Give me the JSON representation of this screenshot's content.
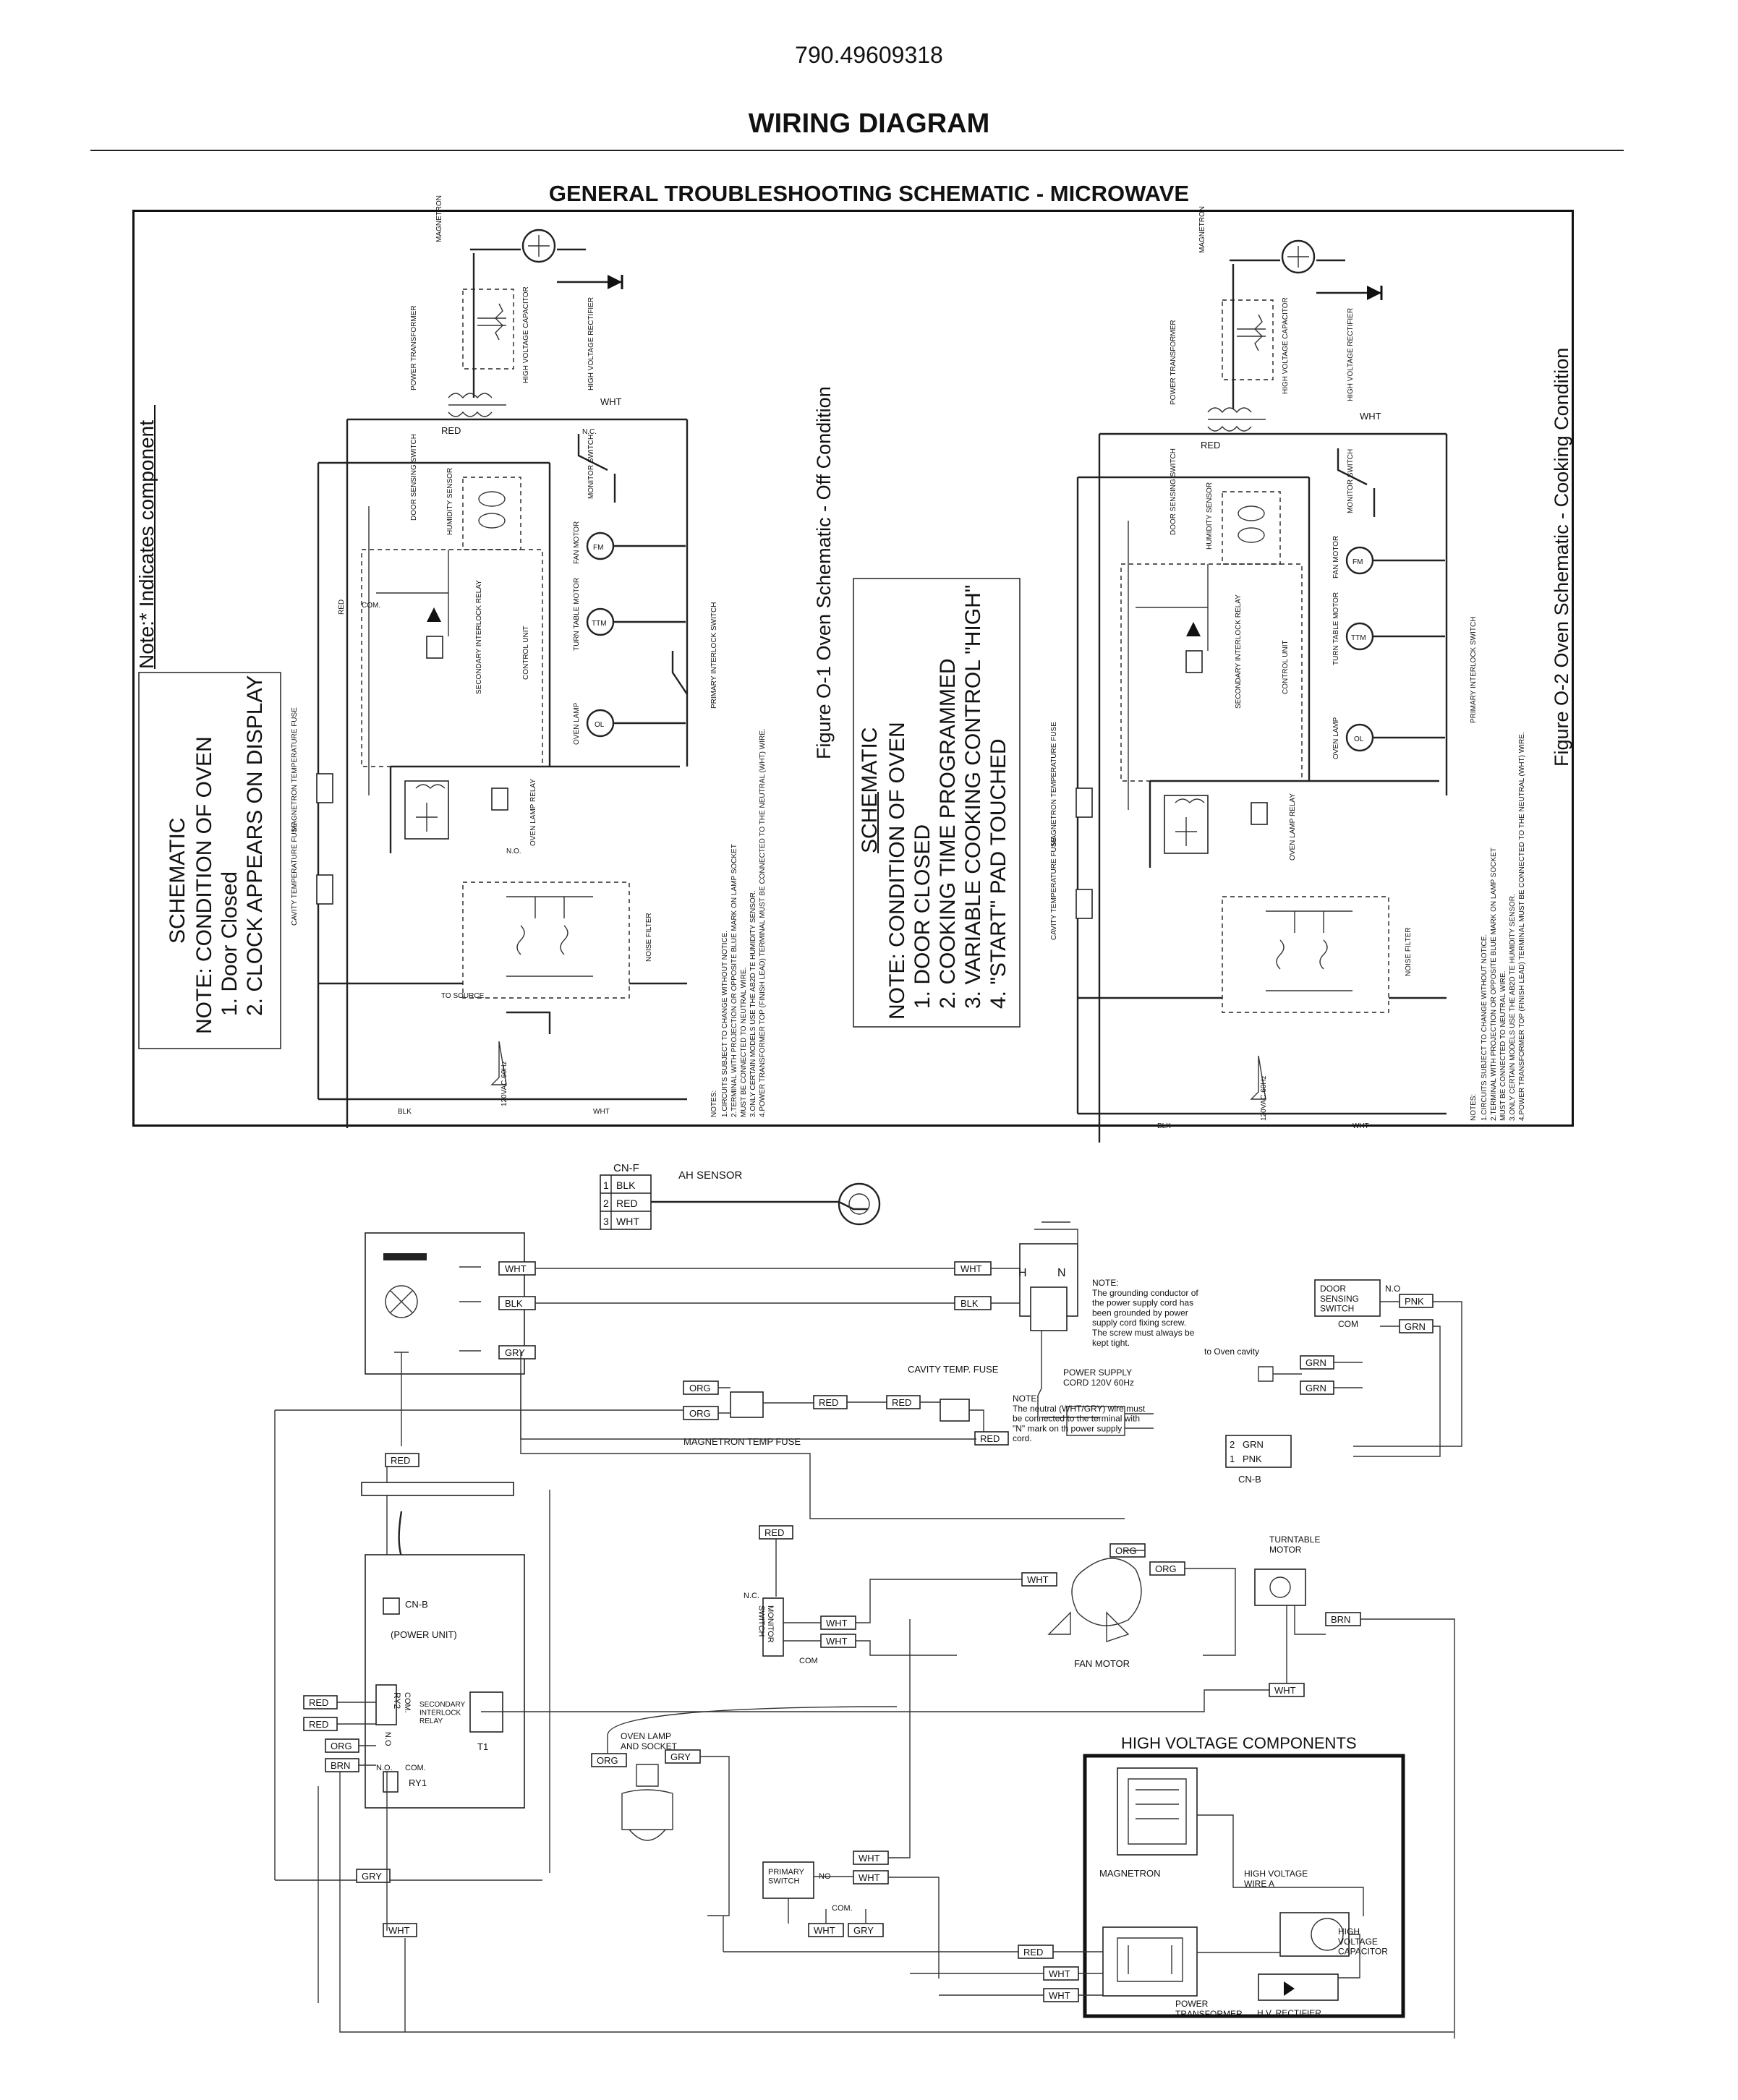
{
  "header": {
    "doc_number": "790.49609318",
    "title": "WIRING DIAGRAM",
    "section_title": "GENERAL TROUBLESHOOTING SCHEMATIC - MICROWAVE"
  },
  "schematic_left": {
    "note_component": "Note:* Indicates component",
    "block_title": "SCHEMATIC",
    "condition_title": "NOTE: CONDITION OF OVEN",
    "conditions": [
      "1. Door Closed",
      "2. CLOCK APPEARS ON DISPLAY"
    ],
    "figure_caption": "Figure O-1 Oven Schematic - Off  Condition"
  },
  "schematic_right": {
    "block_title": "SCHEMATIC",
    "condition_title": "NOTE: CONDITION OF OVEN",
    "conditions": [
      "1. DOOR CLOSED",
      "2. COOKING TIME PROGRAMMED",
      "3. VARIABLE COOKING CONTROL \"HIGH\"",
      "4. \"START\" PAD TOUCHED"
    ],
    "figure_caption": "Figure O-2 Oven Schematic - Cooking Condition"
  },
  "schematic_labels": {
    "magnetron": "MAGNETRON",
    "power_transformer": "POWER TRANSFORMER",
    "hv_capacitor": "HIGH VOLTAGE CAPACITOR",
    "hv_rectifier": "HIGH VOLTAGE RECTIFIER",
    "monitor_switch": "MONITOR SWITCH",
    "door_sensing_switch": "DOOR SENSING SWITCH",
    "humidity_sensor": "HUMIDITY SENSOR",
    "fan_motor": "FAN MOTOR",
    "turntable_motor": "TURN TABLE MOTOR",
    "secondary_interlock": "SECONDARY INTERLOCK RELAY",
    "control_unit": "CONTROL UNIT",
    "oven_lamp": "OVEN LAMP",
    "primary_interlock": "PRIMARY INTERLOCK SWITCH",
    "oven_lamp_relay": "OVEN LAMP RELAY",
    "magnetron_temp_fuse": "MAGNETRON TEMPERATURE FUSE",
    "cavity_temp_fuse": "CAVITY TEMPERATURE FUSE",
    "noise_filter": "NOISE FILTER",
    "to_source": "TO SOURCE",
    "supply": "120VAC 60Hz",
    "nc": "N.C.",
    "no": "N.O.",
    "com": "COM.",
    "red": "RED",
    "wht": "WHT",
    "blk": "BLK",
    "gry": "GRY",
    "org": "ORG",
    "brn": "BRN",
    "grn": "GRN",
    "pnk": "PNK",
    "notes_title": "NOTES:",
    "notes": [
      "1.CIRCUITS SUBJECT TO CHANGE WITHOUT NOTICE.",
      "2.TERMINAL WITH PROJECTION OR OPPOSITE BLUE MARK ON LAMP SOCKET",
      "  MUST BE CONNECTED TO NEUTRAL WIRE.",
      "3.ONLY CERTAIN MODELS USE THE AB2D TE HUMIDITY SENSOR.",
      "4.POWER TRANSFORMER TOP (FINISH LEAD) TERMINAL MUST BE CONNECTED TO THE NEUTRAL (WHT) WIRE."
    ]
  },
  "wiring": {
    "cnf_label": "CN-F",
    "cnf_pins": [
      {
        "pin": "1",
        "color": "BLK"
      },
      {
        "pin": "2",
        "color": "RED"
      },
      {
        "pin": "3",
        "color": "WHT"
      }
    ],
    "ah_sensor": "AH SENSOR",
    "plug_h": "H",
    "plug_n": "N",
    "note_ground": "NOTE:\nThe grounding conductor of\nthe power supply cord has\nbeen grounded by power\nsupply cord fixing screw.\nThe screw must always be\nkept tight.",
    "power_supply_cord": "POWER SUPPLY\nCORD 120V 60Hz",
    "note_neutral": "NOTE:\nThe neutral (WHT/GRY) wire must\nbe connected to the terminal with\n\"N\" mark on th   power supply\ncord.",
    "magnetron_temp_fuse": "MAGNETRON TEMP FUSE",
    "cavity_temp_fuse": "CAVITY TEMP. FUSE",
    "door_sensing_switch": "DOOR\nSENSING\nSWITCH",
    "door_no": "N.O",
    "door_com": "COM",
    "to_oven_cavity": "to Oven cavity",
    "cnb": "CN-B",
    "cnb_pin1": "1",
    "cnb_pin2": "2",
    "cnb_grn": "GRN",
    "cnb_pnk": "PNK",
    "power_unit_cnb": "CN-B",
    "power_unit": "(POWER UNIT)",
    "ry2": "RY2",
    "ry2_com": "COM.",
    "ry2_no": "N.O",
    "secondary_relay": "SECONDARY\nINTERLOCK\nRELAY",
    "t1": "T1",
    "ry1_no": "N.O.",
    "ry1_com": "COM.",
    "ry1": "RY1",
    "monitor_switch": "MONITOR\nSWITCH",
    "monitor_nc": "N.C.",
    "monitor_com": "COM",
    "fan_motor": "FAN MOTOR",
    "turntable_motor": "TURNTABLE\nMOTOR",
    "oven_lamp": "OVEN LAMP\nAND SOCKET",
    "primary_switch": "PRIMARY\nSWITCH",
    "primary_no": "NO",
    "primary_com": "COM.",
    "hv_components": "HIGH VOLTAGE COMPONENTS",
    "magnetron": "MAGNETRON",
    "hv_wire": "HIGH VOLTAGE\nWIRE A",
    "hv_capacitor": "HIGH\nVOLTAGE\nCAPACITOR",
    "hv_rectifier": "H.V. RECTIFIER",
    "power_transformer": "POWER\nTRANSFORMER",
    "wire_tags": {
      "wht": "WHT",
      "blk": "BLK",
      "gry": "GRY",
      "red": "RED",
      "org": "ORG",
      "brn": "BRN",
      "grn": "GRN",
      "pnk": "PNK"
    }
  },
  "colors": {
    "ink": "#111111",
    "paper": "#ffffff"
  }
}
